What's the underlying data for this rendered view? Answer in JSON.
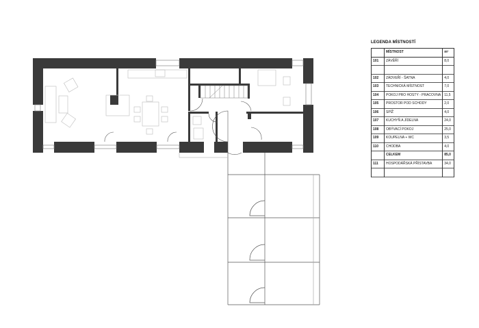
{
  "legend": {
    "title": "LEGENDA MÍSTNOSTÍ",
    "header": {
      "num": "",
      "name": "MÍSTNOST",
      "area": "m²"
    },
    "rows": [
      {
        "num": "101",
        "name": "ZÁVĚŘÍ",
        "area": "8,0"
      },
      {
        "num": "",
        "name": "",
        "area": ""
      },
      {
        "num": "102",
        "name": "ZÁDVEŘÍ - ŠATNA",
        "area": "4,0"
      },
      {
        "num": "103",
        "name": "TECHNICKÁ MÍSTNOST",
        "area": "7,0"
      },
      {
        "num": "104",
        "name": "POKOJ PRO HOSTY - PRACOVNA",
        "area": "11,5"
      },
      {
        "num": "105",
        "name": "PROSTOR POD SCHODY",
        "area": "2,0"
      },
      {
        "num": "106",
        "name": "SPÍŽ",
        "area": "4,0"
      },
      {
        "num": "107",
        "name": "KUCHYŇ A JÍDELNA",
        "area": "24,0"
      },
      {
        "num": "108",
        "name": "OBÝVACÍ POKOJ",
        "area": "25,0"
      },
      {
        "num": "109",
        "name": "KOUPELNA + WC",
        "area": "3,5"
      },
      {
        "num": "110",
        "name": "CHODBA",
        "area": "4,0"
      },
      {
        "num": "",
        "name": "CELKEM",
        "area": "85,0"
      },
      {
        "num": "111",
        "name": "HOSPODÁŘSKÁ PŘÍSTAVBA",
        "area": "34,0"
      },
      {
        "num": "",
        "name": "",
        "area": ""
      }
    ]
  },
  "colors": {
    "wall": "#3a3a3a",
    "line": "#555555",
    "furniture": "#bbbbbb"
  }
}
